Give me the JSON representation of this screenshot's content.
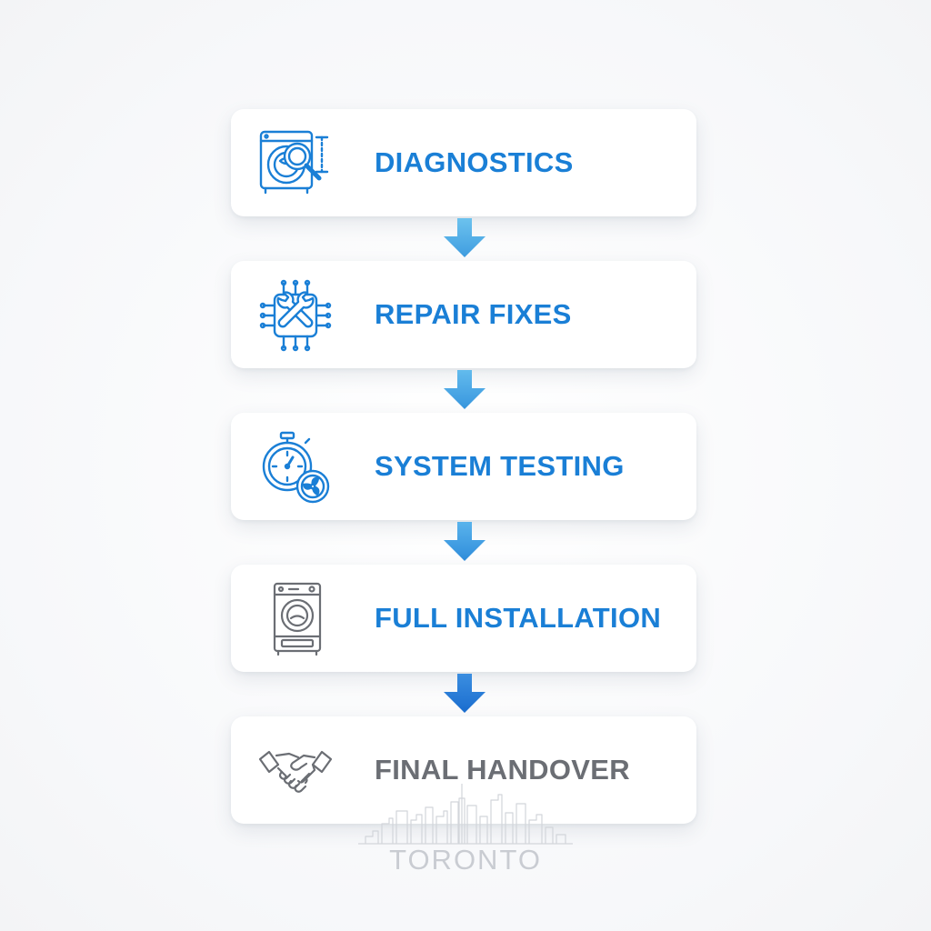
{
  "steps": [
    {
      "label": "DIAGNOSTICS",
      "icon": "washer-magnifier-icon",
      "color": "#1a7fd6"
    },
    {
      "label": "REPAIR FIXES",
      "icon": "wrenches-circuit-icon",
      "color": "#1a7fd6"
    },
    {
      "label": "SYSTEM TESTING",
      "icon": "stopwatch-fan-icon",
      "color": "#1a7fd6"
    },
    {
      "label": "FULL INSTALLATION",
      "icon": "washing-machine-icon",
      "color": "#1a7fd6"
    },
    {
      "label": "FINAL HANDOVER",
      "icon": "handshake-icon",
      "color": "#6b6e74"
    }
  ],
  "watermark": {
    "city": "TORONTO",
    "icon": "city-skyline-icon"
  },
  "colors": {
    "accent": "#1a7fd6",
    "arrow_light": "#5cb8ec",
    "arrow_dark": "#1f74d4",
    "neutral": "#6b6e74"
  }
}
